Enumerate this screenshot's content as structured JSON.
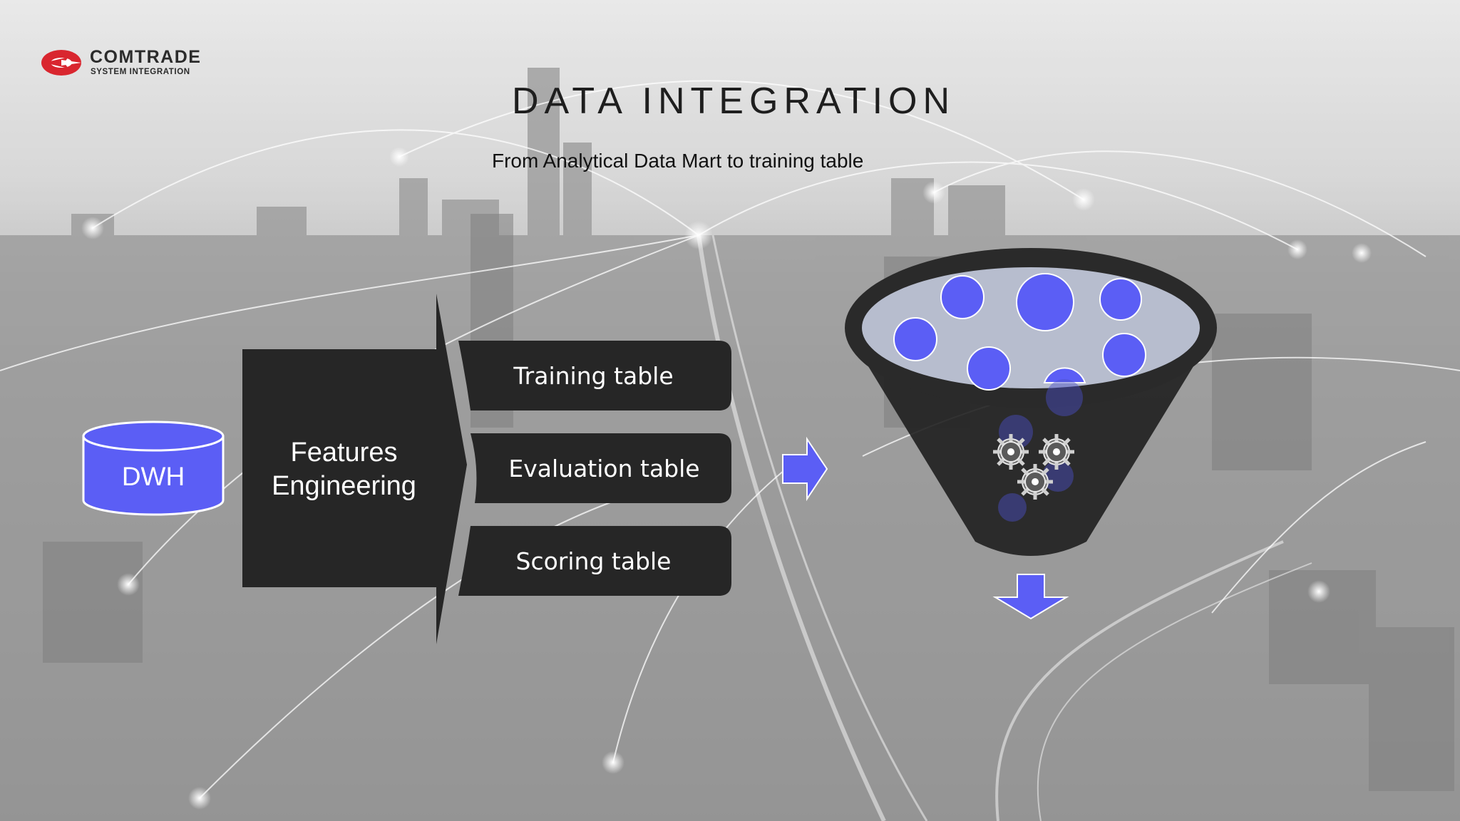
{
  "logo": {
    "name": "COMTRADE",
    "subtitle": "SYSTEM INTEGRATION",
    "colors": {
      "mark": "#d9262f",
      "text": "#2b2b2b"
    }
  },
  "slide": {
    "title": "DATA INTEGRATION",
    "subtitle": "From Analytical Data Mart to training table"
  },
  "diagram": {
    "source": {
      "label": "DWH",
      "icon": "database-cylinder-icon"
    },
    "process": {
      "label_line1": "Features",
      "label_line2": "Engineering"
    },
    "outputs": [
      {
        "label": "Training table"
      },
      {
        "label": "Evaluation table"
      },
      {
        "label": "Scoring table"
      }
    ],
    "funnel": {
      "icon": "funnel-icon",
      "gears_icon": "gears-icon"
    },
    "arrows": [
      "right-arrow-icon",
      "down-arrow-icon"
    ],
    "colors": {
      "accent": "#5b5ef5",
      "dark_shape": "#262626",
      "background": "#9a9a9a"
    }
  }
}
